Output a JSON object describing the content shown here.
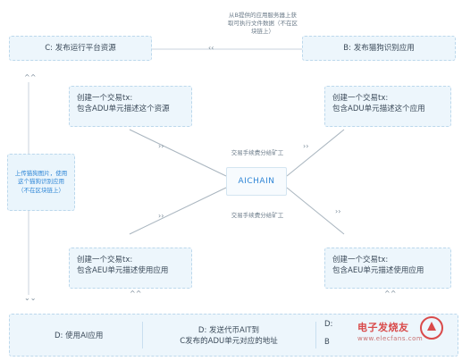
{
  "top_note": {
    "lines": [
      "从B提供的应用服务器上获",
      "取可执行文件数据（不在区",
      "块链上）"
    ]
  },
  "boxes": {
    "c_publish_resource": "C: 发布运行平台资源",
    "b_publish_app": "B: 发布猫狗识别应用",
    "tx_adu_resource": [
      "创建一个交易tx:",
      "包含ADU单元描述这个资源"
    ],
    "tx_adu_app": [
      "创建一个交易tx:",
      "包含ADU单元描述这个应用"
    ],
    "tx_aeu_left": [
      "创建一个交易tx:",
      "包含AEU单元描述使用应用"
    ],
    "tx_aeu_right": [
      "创建一个交易tx:",
      "包含AEU单元描述使用应用"
    ]
  },
  "hub": {
    "label": "AICHAIN",
    "fee_top": "交易手续费分给矿工",
    "fee_bottom": "交易手续费分给矿工"
  },
  "side_note": {
    "lines": [
      "上传猫狗图片，使用",
      "这个猫狗识别应用",
      "（不在区块链上）"
    ]
  },
  "bottom": {
    "d_use_ai": "D: 使用AI应用",
    "d_send_token": [
      "D: 发送代币AIT到",
      "C发布的ADU单元对应的地址"
    ],
    "d_right": "D:",
    "b_right": "B"
  },
  "watermark": {
    "text": "电子发烧友",
    "sub": "www.elecfans.com"
  },
  "glyphs": {
    "chevron_left": "‹‹",
    "chevron_up": "^^",
    "chevron_down": "⌄⌄",
    "chevron_diag": "››"
  },
  "colors": {
    "box_bg": "#edf6fc",
    "box_border": "#bcd8ec",
    "accent": "#2f86d6",
    "line": "#9aa8b4",
    "watermark": "#d94a4a"
  }
}
